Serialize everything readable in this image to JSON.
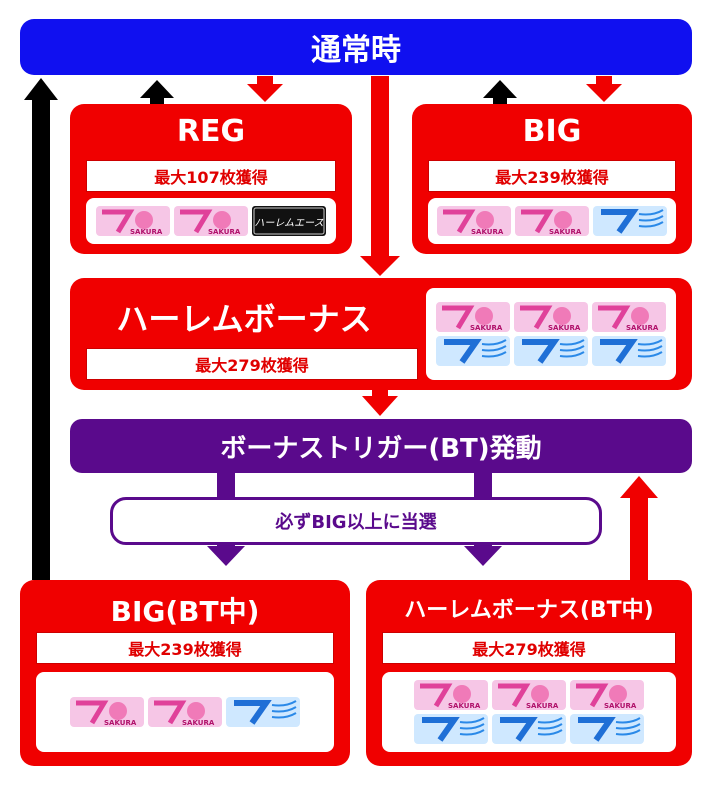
{
  "normal": {
    "label": "通常時"
  },
  "reg": {
    "title": "REG",
    "payout": "最大107枚獲得",
    "symbols": [
      "sakura-7",
      "sakura-7",
      "harem-ace"
    ]
  },
  "big": {
    "title": "BIG",
    "payout": "最大239枚獲得",
    "symbols": [
      "sakura-7",
      "sakura-7",
      "blue-7"
    ]
  },
  "harem": {
    "title": "ハーレムボーナス",
    "payout": "最大279枚獲得",
    "symbols": [
      "sakura-7",
      "sakura-7",
      "sakura-7",
      "blue-7",
      "blue-7",
      "blue-7"
    ]
  },
  "trigger": {
    "label": "ボーナストリガー(BT)発動"
  },
  "guarantee": {
    "label": "必ずBIG以上に当選"
  },
  "big_bt": {
    "title": "BIG(BT中)",
    "payout": "最大239枚獲得",
    "symbols": [
      "sakura-7",
      "sakura-7",
      "blue-7"
    ]
  },
  "harem_bt": {
    "title": "ハーレムボーナス(BT中)",
    "payout": "最大279枚獲得",
    "symbols": [
      "sakura-7",
      "sakura-7",
      "sakura-7",
      "blue-7",
      "blue-7",
      "blue-7"
    ]
  },
  "ace_symbol_text": "ハーレムエース",
  "sakura_symbol_text": "SAKURA",
  "colors": {
    "normal": "#1010f0",
    "bonus": "#f00000",
    "trigger": "#5a0a8c",
    "arrow_up": "#000000"
  }
}
